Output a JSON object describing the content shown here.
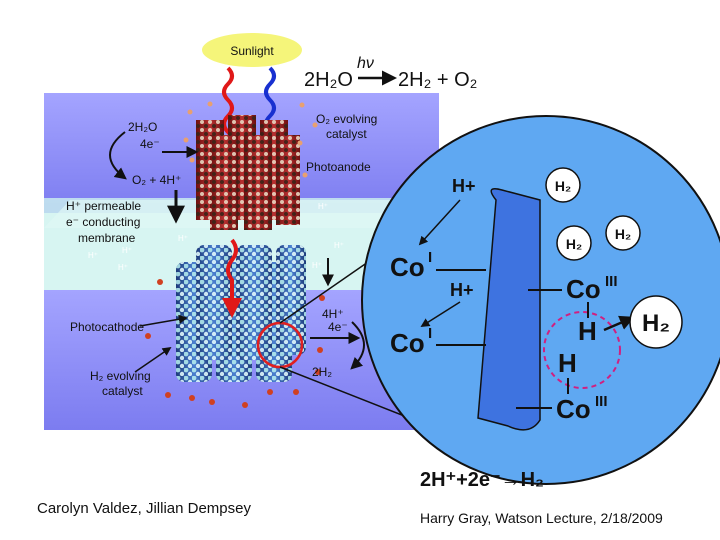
{
  "sunlight": "Sunlight",
  "top_equation": {
    "left": "2H₂O",
    "hv": "hν",
    "right": "2H₂ + O₂"
  },
  "anode": {
    "top_label": "2H₂O",
    "electrons": "4e⁻",
    "products": "O₂ + 4H⁺",
    "catalyst_line1": "O₂ evolving",
    "catalyst_line2": "catalyst",
    "photoanode": "Photoanode"
  },
  "membrane": {
    "line1": "H⁺ permeable",
    "line2": "e⁻ conducting",
    "line3": "membrane",
    "proton": "H⁺"
  },
  "cathode": {
    "photocathode": "Photocathode",
    "catalyst_line1": "H₂ evolving",
    "catalyst_line2": "catalyst",
    "reactants": "4H⁺",
    "electrons": "4e⁻",
    "product": "2H₂"
  },
  "zoom": {
    "h_plus": "H+",
    "h2": "H₂",
    "co1": "Co",
    "co1_ox": "I",
    "co3": "Co",
    "co3_ox": "III",
    "h": "H",
    "h2_big": "H₂"
  },
  "bottom_equation": "2H⁺+2e⁻→H₂",
  "credits": {
    "left": "Carolyn Valdez, Jillian Dempsey",
    "right": "Harry Gray, Watson Lecture, 2/18/2009"
  },
  "colors": {
    "panel": "#8f8fff",
    "membrane": "#c8f0ec",
    "circle_fill": "#5fa8f2",
    "red_tube": "#a52a2a",
    "blue_tube": "#3a64b8",
    "sun": "#f5f57a"
  }
}
